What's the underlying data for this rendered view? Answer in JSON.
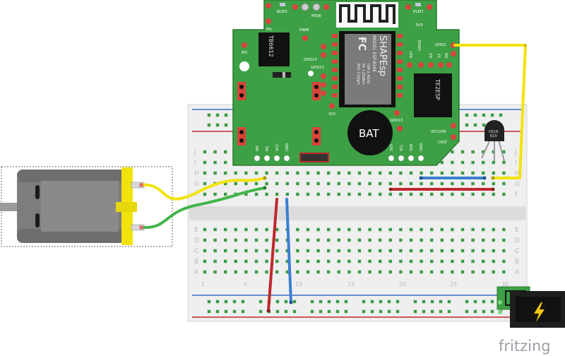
{
  "breadboard": {
    "row_letters_top": [
      "J",
      "I",
      "H",
      "G",
      "F"
    ],
    "row_letters_bottom": [
      "E",
      "D",
      "C",
      "B",
      "A"
    ],
    "column_numbers": [
      "1",
      "5",
      "10",
      "15",
      "20",
      "25",
      "30"
    ]
  },
  "shield": {
    "leds": [
      "BLED",
      "PLED"
    ],
    "button_label": "MSW",
    "label_3v3_top": "3V3",
    "m1_label": "M1",
    "m2_label": "M2",
    "pwm_label": "PWM",
    "gpio14_label": "GPIO14",
    "gpio13_label": "GPIO13",
    "gpio0_label": "GPIO0",
    "rst_label": "RST",
    "rx_label": "RX",
    "tx_label": "TX",
    "en_label": "EN",
    "gpio2_label": "GPIO2",
    "label_3v3_mid": "3V3",
    "gpio15_label": "GPIO15",
    "int_label": "INT/10W",
    "crst_label": "CRST",
    "driver_chip": "TB6612",
    "rtc_chip": "TE2ESP",
    "battery_label": "BAT",
    "esp_title": "SHAPEsp",
    "esp_model": "MODEL ESP-8266",
    "esp_specs": [
      "ISM 2.4GHz",
      "PA +25dBm",
      "802.11b/g/n"
    ],
    "fcc_mark": "FC",
    "header_left": [
      "M0",
      "M1",
      "VCC",
      "GND"
    ],
    "header_right": [
      "3V3",
      "SCL",
      "SDA",
      "GND"
    ]
  },
  "sensor": {
    "label_line1": "DS18",
    "label_line2": "B20"
  },
  "watermark": "fritzing",
  "colors": {
    "pcb": "#3da045",
    "pcb_edge": "#2a7a30",
    "breadboard": "#eeeeee",
    "wire_yellow": "#f2e30d",
    "wire_green": "#42b54a",
    "wire_red": "#c0272d",
    "wire_blue": "#3b7fd0",
    "hole": "#3b9a45"
  }
}
